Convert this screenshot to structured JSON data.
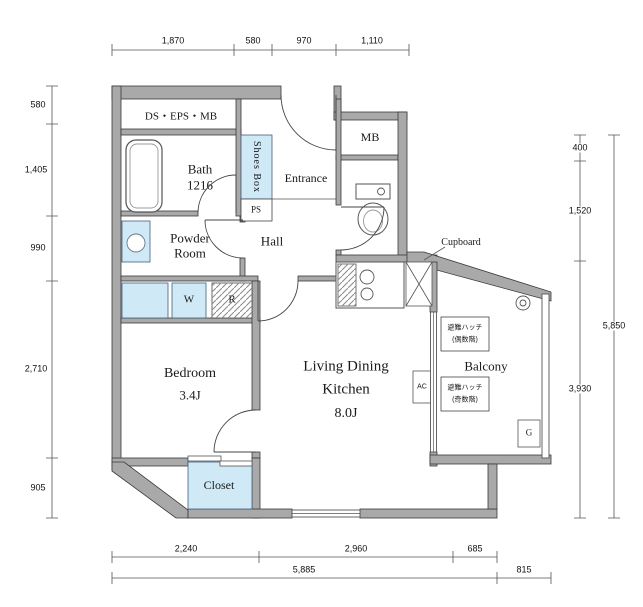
{
  "labels": {
    "shaft": "DS・EPS・MB",
    "bath_name": "Bath",
    "bath_size": "1216",
    "shoes_box": "Shoes Box",
    "ps": "PS",
    "entrance": "Entrance",
    "mb": "MB",
    "powder_1": "Powder",
    "powder_2": "Room",
    "hall": "Hall",
    "washer": "W",
    "refrigerator": "R",
    "cupboard": "Cupboard",
    "bedroom_name": "Bedroom",
    "bedroom_size": "3.4J",
    "ldk_1": "Living Dining",
    "ldk_2": "Kitchen",
    "ldk_size": "8.0J",
    "closet": "Closet",
    "balcony": "Balcony",
    "hatch_upper_1": "避難ハッチ",
    "hatch_upper_2": "(偶数階)",
    "hatch_lower_1": "避難ハッチ",
    "hatch_lower_2": "(奇数階)",
    "ac": "AC",
    "gas": "G"
  },
  "dims": {
    "top": [
      "1,870",
      "580",
      "970",
      "1,110"
    ],
    "left": [
      "580",
      "1,405",
      "990",
      "2,710",
      "905"
    ],
    "right": [
      "400",
      "1,520",
      "3,930"
    ],
    "right_total": "5,850",
    "bottom": [
      "2,240",
      "2,960",
      "685"
    ],
    "bottom_total": "5,885",
    "bottom_balcony": "815"
  },
  "colors": {
    "wall": "#a9a9a9",
    "water_blue": "#cfe9f7",
    "line": "#444444"
  }
}
